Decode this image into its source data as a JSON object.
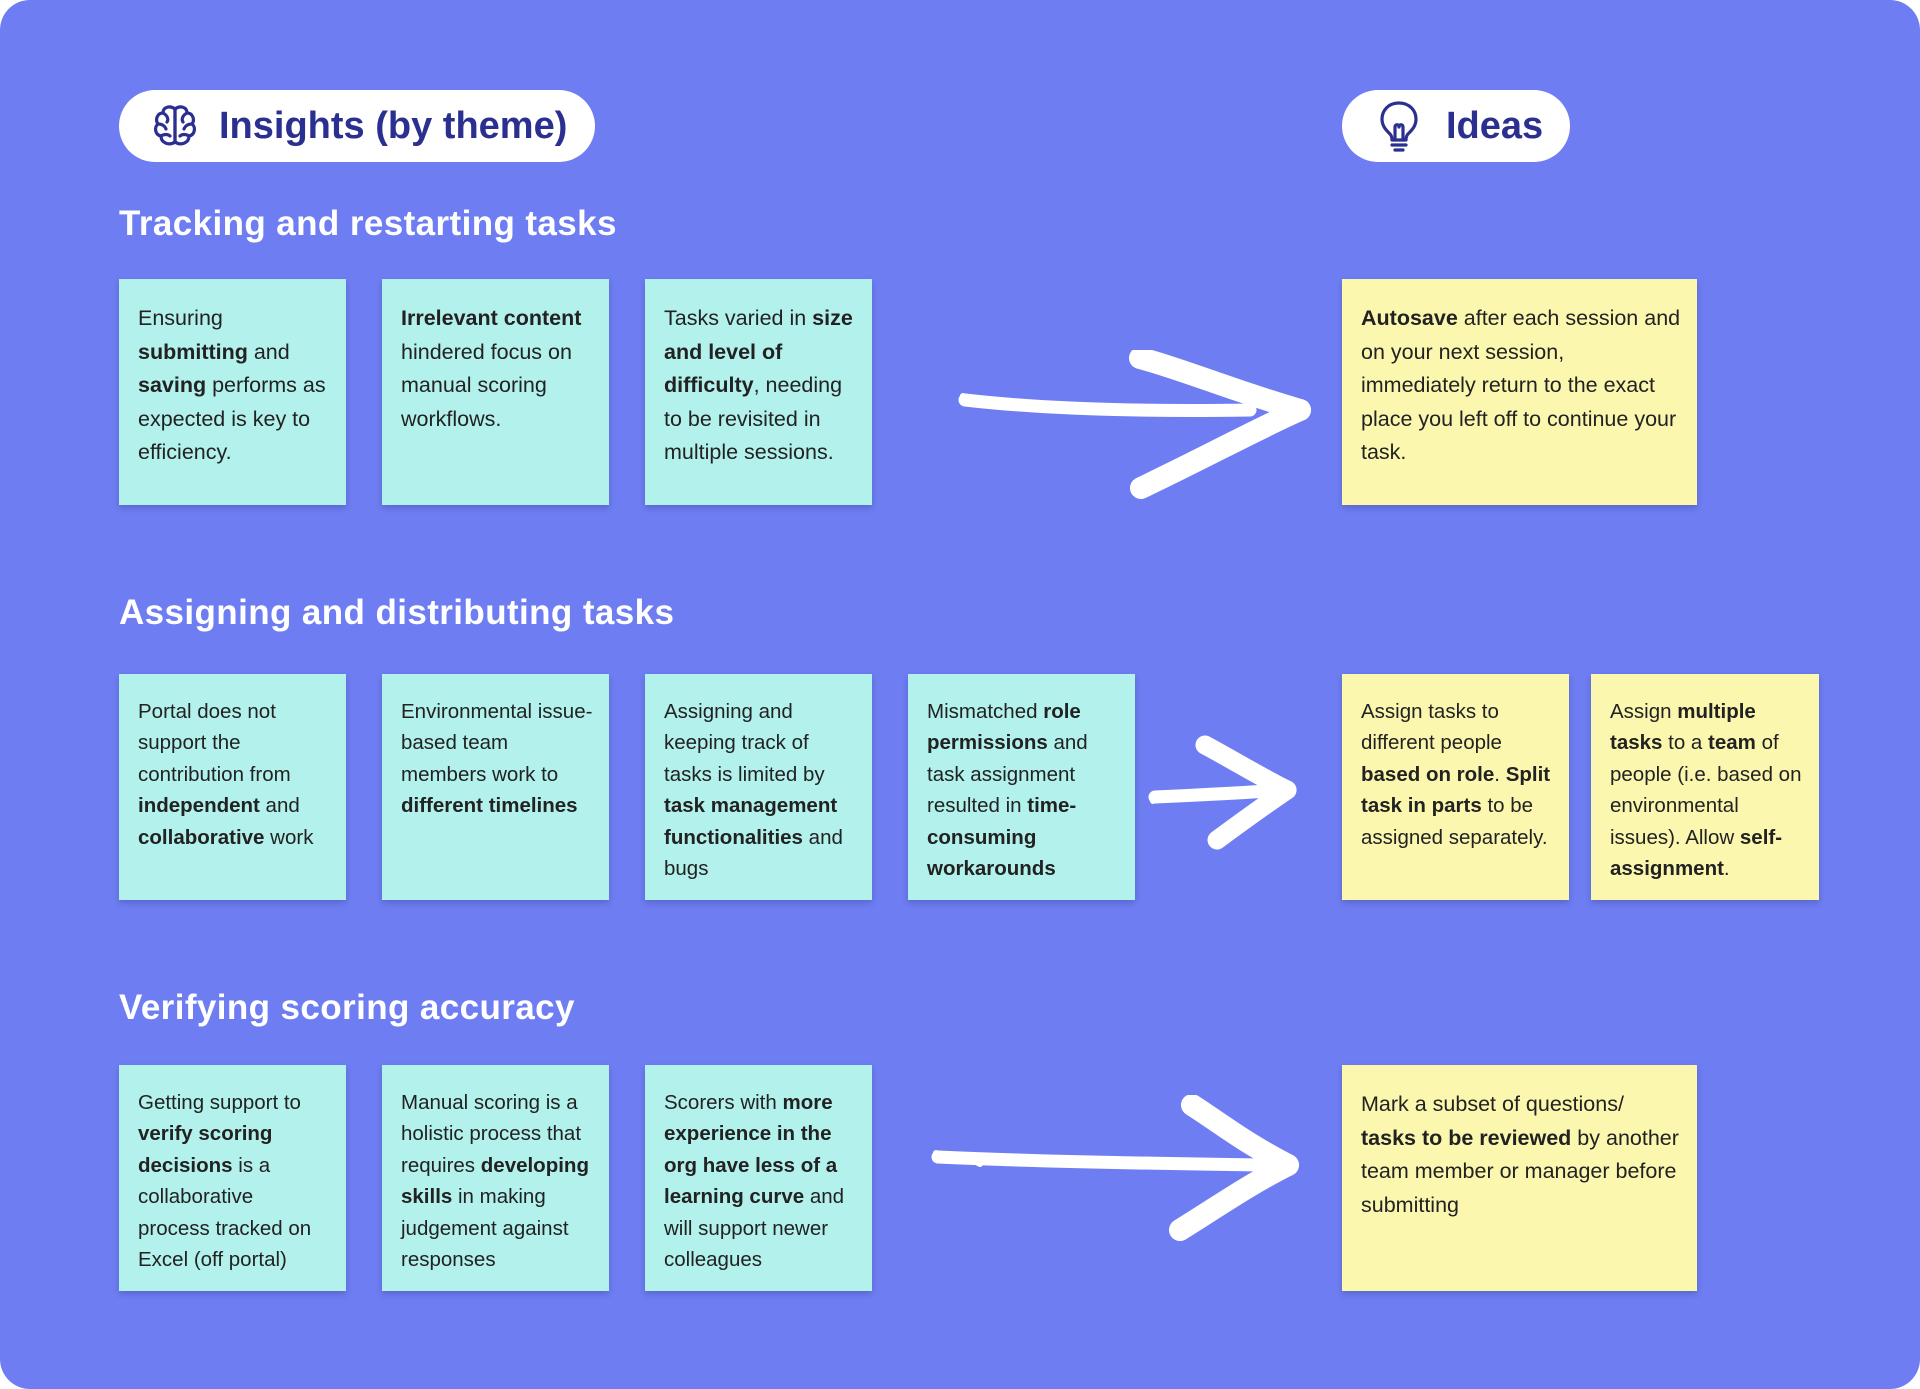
{
  "headers": {
    "insights": "Insights (by theme)",
    "ideas": "Ideas"
  },
  "icons": {
    "insights": "brain-icon",
    "ideas": "lightbulb-icon"
  },
  "colors": {
    "background": "#6e7ef2",
    "insight_note": "#b3f1ec",
    "idea_note": "#fbf7ae",
    "header_text": "#2b2f8f"
  },
  "sections": [
    {
      "title": "Tracking and restarting tasks",
      "insights": [
        [
          {
            "t": "Ensuring "
          },
          {
            "t": "submitting",
            "b": true
          },
          {
            "t": " and "
          },
          {
            "t": "saving",
            "b": true
          },
          {
            "t": " performs as expected is key to efficiency."
          }
        ],
        [
          {
            "t": "Irrelevant content",
            "b": true
          },
          {
            "t": " hindered focus on manual scoring workflows."
          }
        ],
        [
          {
            "t": "Tasks varied in "
          },
          {
            "t": "size and level of difficulty",
            "b": true
          },
          {
            "t": ", needing to be revisited in multiple sessions."
          }
        ]
      ],
      "ideas": [
        [
          {
            "t": "Autosave",
            "b": true
          },
          {
            "t": " after each session and on your next session, immediately return to the exact place you left off to continue your task."
          }
        ]
      ]
    },
    {
      "title": "Assigning and distributing tasks",
      "insights": [
        [
          {
            "t": "Portal does not support the contribution from "
          },
          {
            "t": "independent",
            "b": true
          },
          {
            "t": " and "
          },
          {
            "t": "collaborative",
            "b": true
          },
          {
            "t": " work"
          }
        ],
        [
          {
            "t": "Environmental issue-based team members work to "
          },
          {
            "t": "different timelines",
            "b": true
          }
        ],
        [
          {
            "t": "Assigning and keeping track of tasks is limited by "
          },
          {
            "t": "task management functionalities",
            "b": true
          },
          {
            "t": " and bugs"
          }
        ],
        [
          {
            "t": "Mismatched "
          },
          {
            "t": "role permissions",
            "b": true
          },
          {
            "t": " and task assignment resulted in "
          },
          {
            "t": "time-consuming workarounds",
            "b": true
          }
        ]
      ],
      "ideas": [
        [
          {
            "t": "Assign tasks to different people "
          },
          {
            "t": "based on role",
            "b": true
          },
          {
            "t": ". "
          },
          {
            "t": "Split task in parts",
            "b": true
          },
          {
            "t": " to be assigned separately."
          }
        ],
        [
          {
            "t": "Assign "
          },
          {
            "t": "multiple tasks",
            "b": true
          },
          {
            "t": " to a "
          },
          {
            "t": "team",
            "b": true
          },
          {
            "t": " of people (i.e. based on environmental issues). Allow "
          },
          {
            "t": "self-assignment",
            "b": true
          },
          {
            "t": "."
          }
        ]
      ]
    },
    {
      "title": "Verifying scoring accuracy",
      "insights": [
        [
          {
            "t": "Getting support to "
          },
          {
            "t": "verify scoring decisions",
            "b": true
          },
          {
            "t": " is a collaborative process tracked on Excel (off portal)"
          }
        ],
        [
          {
            "t": "Manual scoring is a holistic process that requires "
          },
          {
            "t": "developing skills",
            "b": true
          },
          {
            "t": " in making judgement against responses"
          }
        ],
        [
          {
            "t": "Scorers with "
          },
          {
            "t": "more experience in the org have less of a learning curve",
            "b": true
          },
          {
            "t": " and will support newer colleagues"
          }
        ]
      ],
      "ideas": [
        [
          {
            "t": "Mark a subset of questions/ "
          },
          {
            "t": "tasks to be reviewed",
            "b": true
          },
          {
            "t": " by another team  member or manager before submitting"
          }
        ]
      ]
    }
  ]
}
